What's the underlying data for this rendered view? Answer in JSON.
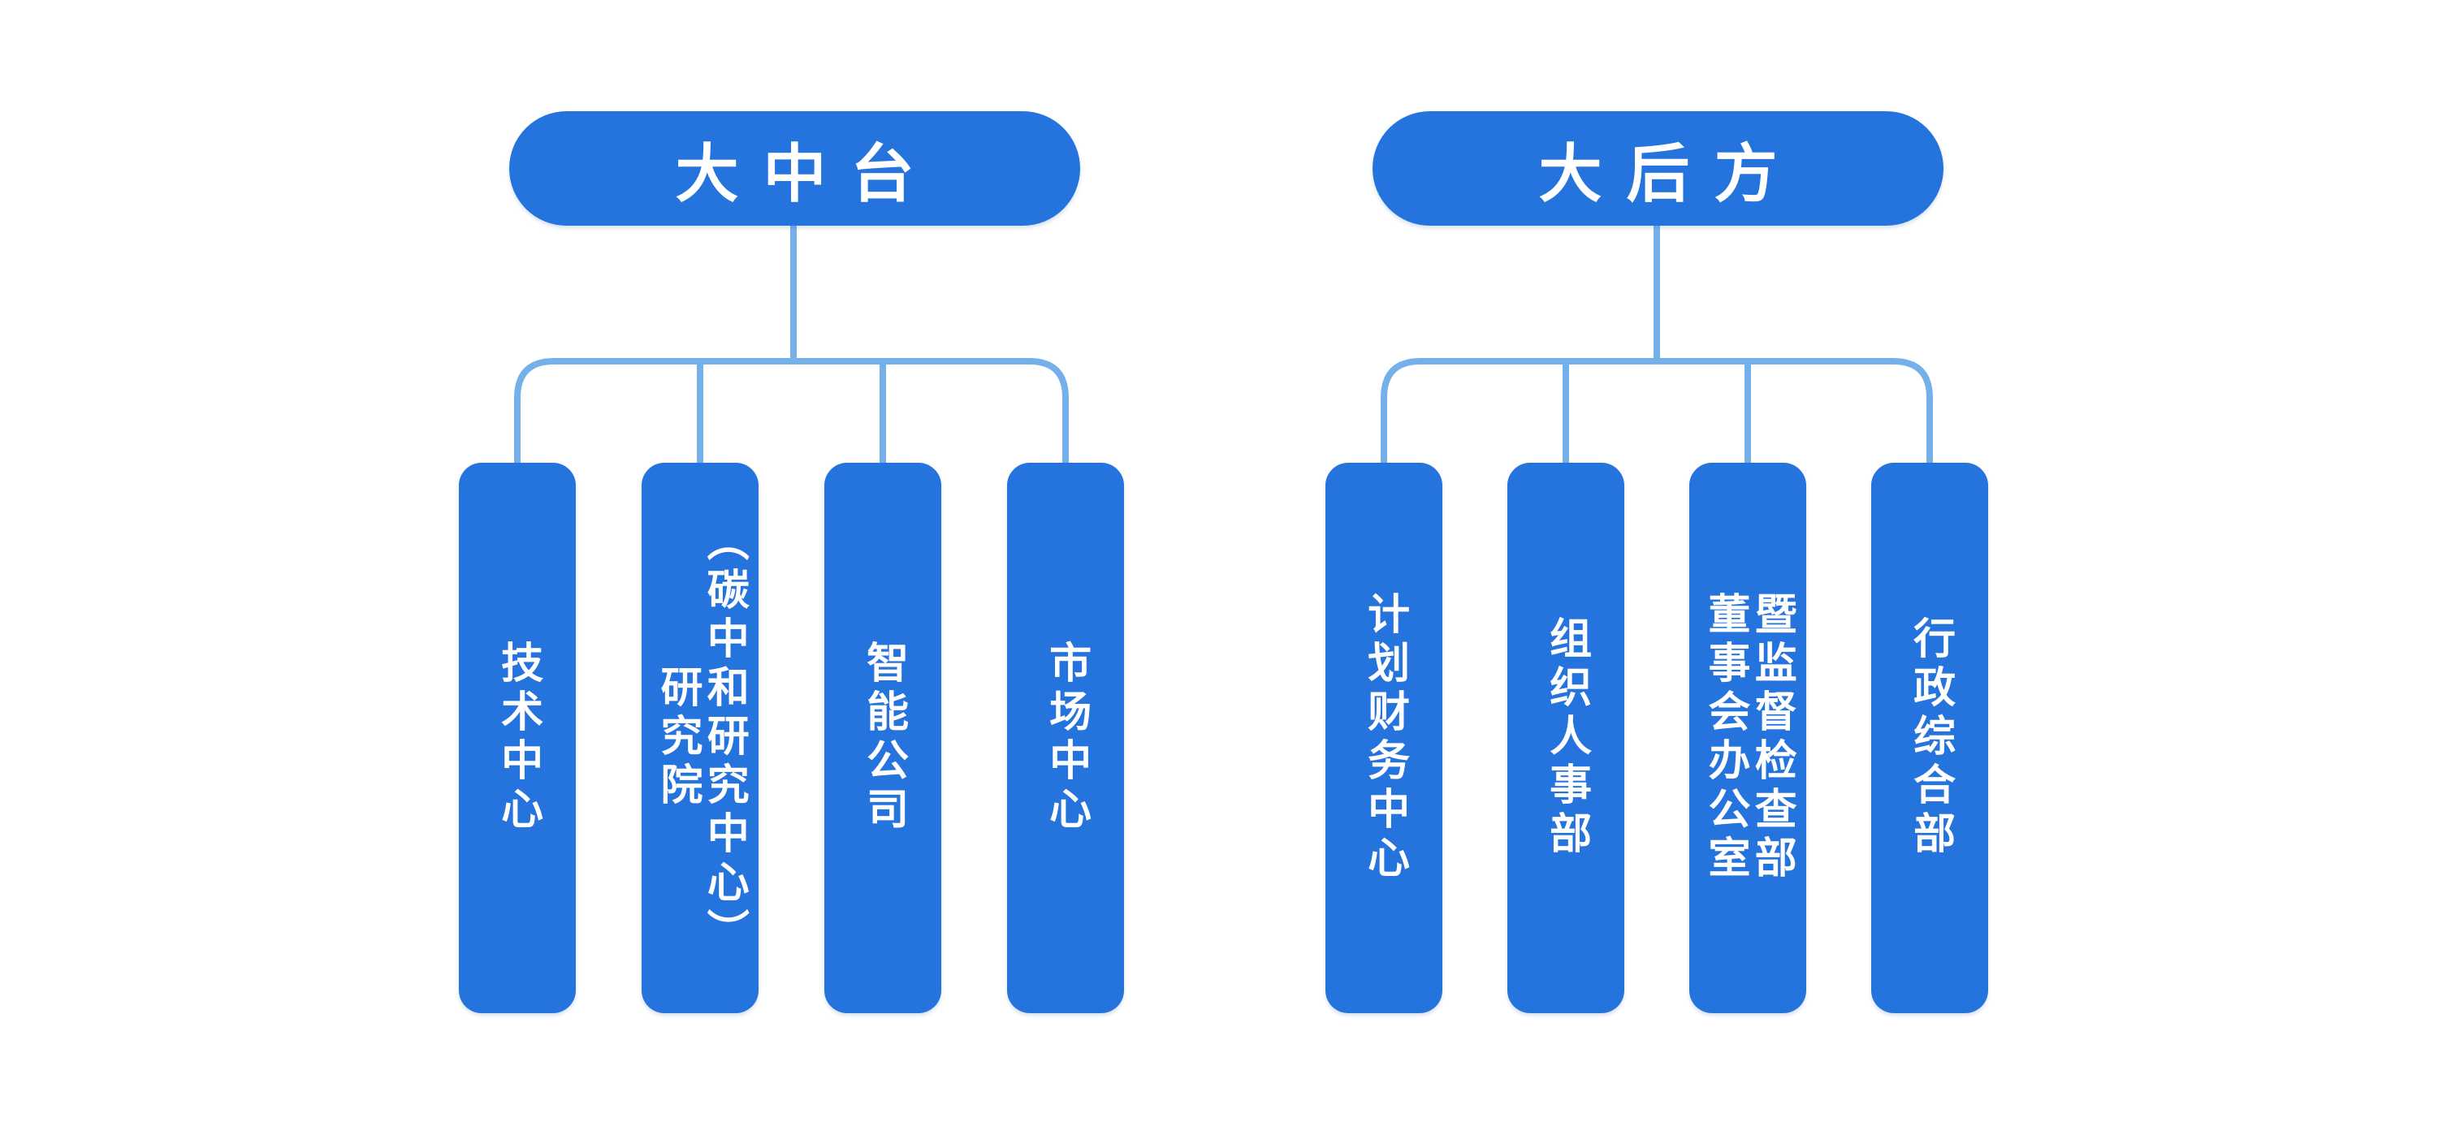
{
  "colors": {
    "node-blue": "#2573DC",
    "line-blue": "#74B1EB",
    "node-text": "#FFFFFF",
    "canvas-bg": "#FFFFFF"
  },
  "groups": [
    {
      "root": "大中台",
      "children": [
        "技术中心",
        "研究院\n（碳中和研究中心）",
        "智能公司",
        "市场中心"
      ]
    },
    {
      "root": "大后方",
      "children": [
        "计划财务中心",
        "组织人事部",
        "董事会办公室\n暨监督检查部",
        "行政综合部"
      ]
    }
  ]
}
